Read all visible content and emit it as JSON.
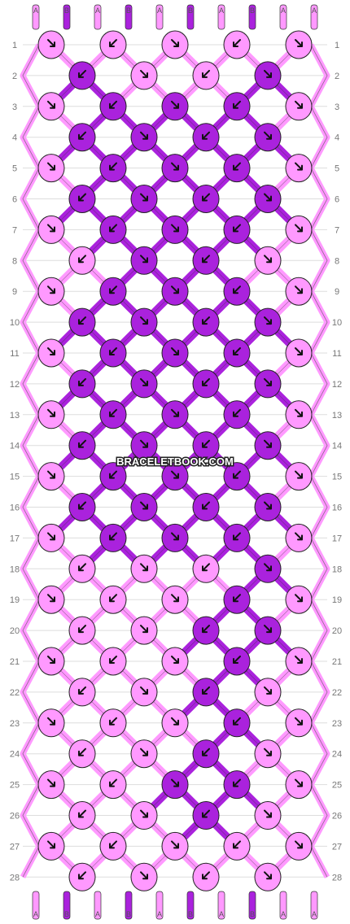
{
  "watermark": "BRACELETBOOK.COM",
  "colors": {
    "A": "#ff99ff",
    "B": "#aa22dd"
  },
  "strands_top": [
    "A",
    "B",
    "A",
    "B",
    "A",
    "B",
    "A",
    "B",
    "A",
    "A"
  ],
  "strands_bottom": [
    "A",
    "B",
    "A",
    "B",
    "A",
    "B",
    "A",
    "B",
    "A",
    "A"
  ],
  "row_numbers": [
    "1",
    "2",
    "3",
    "4",
    "5",
    "6",
    "7",
    "8",
    "9",
    "10",
    "11",
    "12",
    "13",
    "14",
    "15",
    "16",
    "17",
    "18",
    "19",
    "20",
    "21",
    "22",
    "23",
    "24",
    "25",
    "26",
    "27",
    "28"
  ],
  "icons": {
    "knot_arrow_right": "curved-right-arrow",
    "knot_arrow_left": "curved-left-arrow",
    "knot_arrow_se": "diagonal-arrow"
  },
  "knots": [
    [
      "A",
      "A",
      "A",
      "A",
      "A"
    ],
    [
      "B",
      "A",
      "A",
      "B"
    ],
    [
      "A",
      "B",
      "B",
      "B",
      "A"
    ],
    [
      "B",
      "B",
      "B",
      "B"
    ],
    [
      "A",
      "B",
      "B",
      "B",
      "A"
    ],
    [
      "B",
      "B",
      "B",
      "B"
    ],
    [
      "A",
      "B",
      "B",
      "B",
      "A"
    ],
    [
      "A",
      "B",
      "B",
      "A"
    ],
    [
      "A",
      "B",
      "B",
      "B",
      "A"
    ],
    [
      "B",
      "B",
      "B",
      "B"
    ],
    [
      "A",
      "B",
      "B",
      "B",
      "A"
    ],
    [
      "B",
      "B",
      "B",
      "B"
    ],
    [
      "A",
      "B",
      "B",
      "B",
      "A"
    ],
    [
      "B",
      "B",
      "B",
      "B"
    ],
    [
      "A",
      "B",
      "B",
      "B",
      "A"
    ],
    [
      "B",
      "B",
      "B",
      "B"
    ],
    [
      "A",
      "B",
      "B",
      "B",
      "A"
    ],
    [
      "A",
      "A",
      "A",
      "B"
    ],
    [
      "A",
      "A",
      "A",
      "B",
      "A"
    ],
    [
      "A",
      "A",
      "B",
      "B"
    ],
    [
      "A",
      "A",
      "A",
      "B",
      "A"
    ],
    [
      "A",
      "A",
      "B",
      "A"
    ],
    [
      "A",
      "A",
      "A",
      "B",
      "A"
    ],
    [
      "A",
      "A",
      "B",
      "A"
    ],
    [
      "A",
      "A",
      "B",
      "B",
      "A"
    ],
    [
      "A",
      "A",
      "B",
      "A"
    ],
    [
      "A",
      "A",
      "A",
      "A",
      "A"
    ],
    [
      "A",
      "A",
      "A",
      "A"
    ]
  ]
}
